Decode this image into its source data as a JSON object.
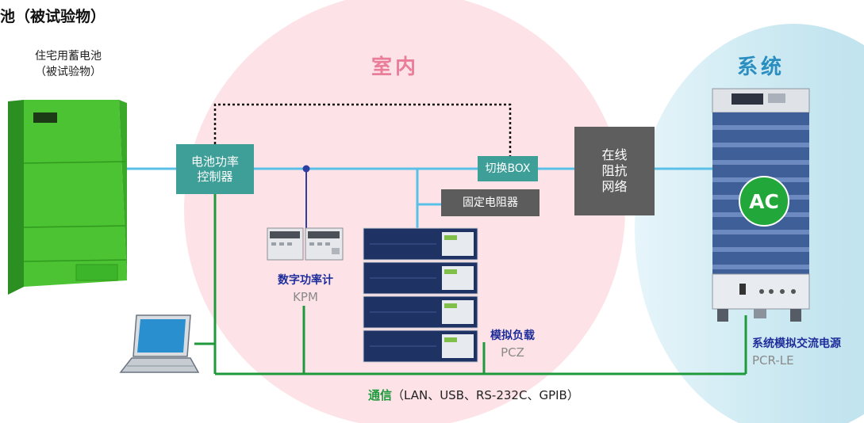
{
  "page_title": "池（被试验物）",
  "battery": {
    "name": "住宅用蓄电池",
    "note": "（被试验物）"
  },
  "regions": {
    "indoor": "室内",
    "system": "系统"
  },
  "boxes": {
    "controller_line1": "电池功率",
    "controller_line2": "控制器",
    "switch": "切换BOX",
    "fixed_resistor": "固定电阻器",
    "network_line1": "在线",
    "network_line2": "阻抗",
    "network_line3": "网络"
  },
  "devices": {
    "power_meter": {
      "name": "数字功率计",
      "model": "KPM"
    },
    "load": {
      "name": "模拟负载",
      "model": "PCZ"
    },
    "ac_source": {
      "name": "系统模拟交流电源",
      "model": "PCR-LE",
      "badge": "AC"
    }
  },
  "comm": {
    "label": "通信",
    "protocols": "（LAN、USB、RS-232C、GPIB）"
  },
  "colors": {
    "power_line": "#5bc0e8",
    "comm_line": "#1e9a3c",
    "indoor_region": "#fde3e7",
    "system_region": "#cbe9f1",
    "teal_box": "#3d9f98",
    "gray_box": "#5e5e5e"
  }
}
